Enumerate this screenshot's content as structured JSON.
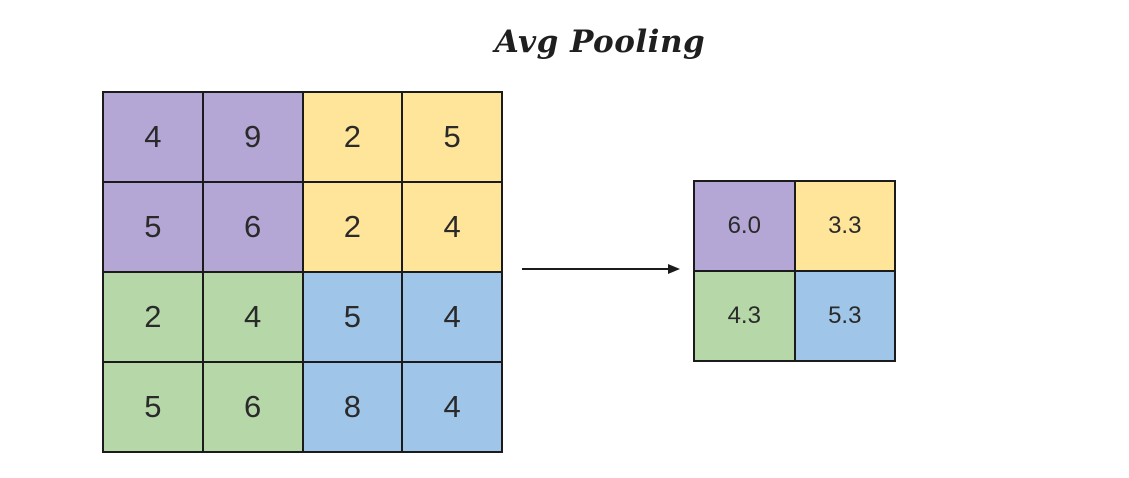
{
  "title": "Avg Pooling",
  "colors": {
    "purple": "#b4a7d6",
    "yellow": "#ffe599",
    "green": "#b6d7a8",
    "blue": "#9fc5e8",
    "border": "#1b1b1b"
  },
  "input_grid": {
    "rows": [
      [
        {
          "value": "4",
          "color": "purple"
        },
        {
          "value": "9",
          "color": "purple"
        },
        {
          "value": "2",
          "color": "yellow"
        },
        {
          "value": "5",
          "color": "yellow"
        }
      ],
      [
        {
          "value": "5",
          "color": "purple"
        },
        {
          "value": "6",
          "color": "purple"
        },
        {
          "value": "2",
          "color": "yellow"
        },
        {
          "value": "4",
          "color": "yellow"
        }
      ],
      [
        {
          "value": "2",
          "color": "green"
        },
        {
          "value": "4",
          "color": "green"
        },
        {
          "value": "5",
          "color": "blue"
        },
        {
          "value": "4",
          "color": "blue"
        }
      ],
      [
        {
          "value": "5",
          "color": "green"
        },
        {
          "value": "6",
          "color": "green"
        },
        {
          "value": "8",
          "color": "blue"
        },
        {
          "value": "4",
          "color": "blue"
        }
      ]
    ]
  },
  "output_grid": {
    "rows": [
      [
        {
          "value": "6.0",
          "color": "purple"
        },
        {
          "value": "3.3",
          "color": "yellow"
        }
      ],
      [
        {
          "value": "4.3",
          "color": "green"
        },
        {
          "value": "5.3",
          "color": "blue"
        }
      ]
    ]
  }
}
